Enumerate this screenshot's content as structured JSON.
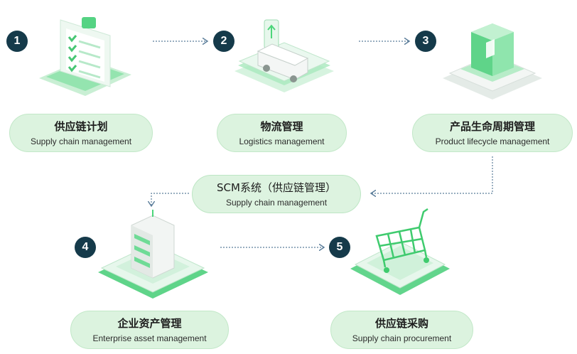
{
  "steps": [
    {
      "num": "1",
      "zh": "供应链计划",
      "en": "Supply chain management",
      "icon": "clipboard-checklist-icon"
    },
    {
      "num": "2",
      "zh": "物流管理",
      "en": "Logistics management",
      "icon": "delivery-van-icon"
    },
    {
      "num": "3",
      "zh": "产品生命周期管理",
      "en": "Product lifecycle management",
      "icon": "cube-box-icon"
    },
    {
      "num": "4",
      "zh": "企业资产管理",
      "en": "Enterprise asset management",
      "icon": "server-stack-icon"
    },
    {
      "num": "5",
      "zh": "供应链采购",
      "en": "Supply chain procurement",
      "icon": "shopping-cart-icon"
    }
  ],
  "center": {
    "zh": "SCM系统（供应链管理）",
    "en": "Supply chain management"
  },
  "colors": {
    "accent": "#4cd67a",
    "pill_bg": "#dcf3df",
    "badge": "#153a4a",
    "connector": "#5b7d9a"
  }
}
